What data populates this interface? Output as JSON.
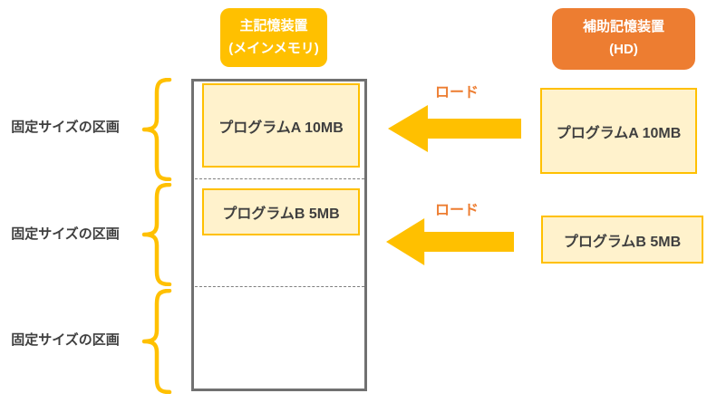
{
  "main_memory": {
    "title_line1": "主記憶装置",
    "title_line2": "(メインメモリ)",
    "programs": [
      {
        "name": "プログラムA 10MB"
      },
      {
        "name": "プログラムB 5MB"
      }
    ]
  },
  "hd": {
    "title_line1": "補助記憶装置",
    "title_line2": "(HD)",
    "programs": [
      {
        "name": "プログラムA 10MB"
      },
      {
        "name": "プログラムB 5MB"
      }
    ]
  },
  "partitions": [
    {
      "label": "固定サイズの区画"
    },
    {
      "label": "固定サイズの区画"
    },
    {
      "label": "固定サイズの区画"
    }
  ],
  "load_label": "ロード",
  "colors": {
    "gold": "#FFC000",
    "orange": "#ED7D31",
    "program_box_fill": "#FFF2CC",
    "memory_border_gray": "#717171",
    "text_dark": "#3f3f3f",
    "title_text": "#ffffff"
  }
}
